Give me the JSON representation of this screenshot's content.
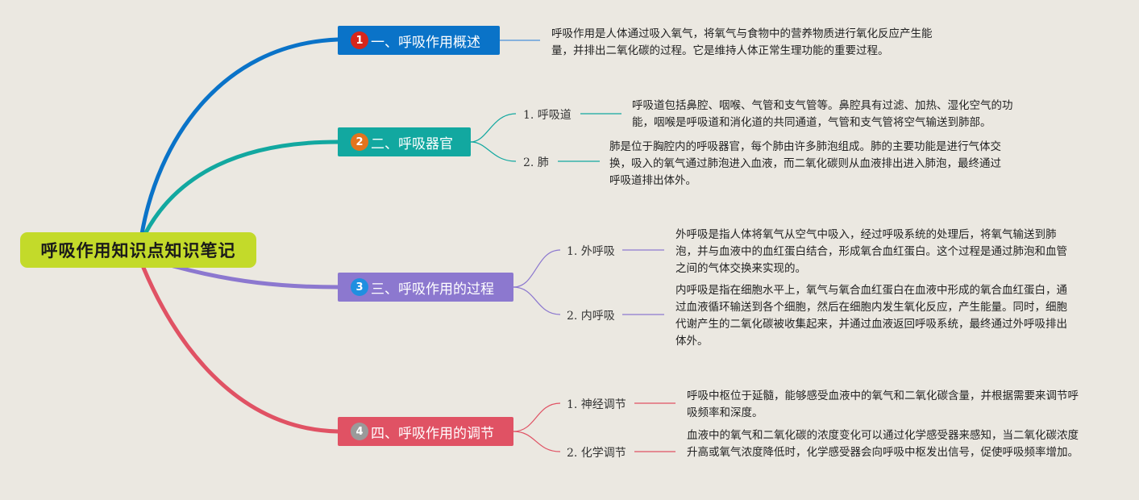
{
  "root": {
    "label": "呼吸作用知识点知识笔记",
    "color": "#c3da2a"
  },
  "branches": [
    {
      "number": "1",
      "label": "一、呼吸作用概述",
      "color": "#0a73c8",
      "badge_color": "#d7261c",
      "description": "呼吸作用是人体通过吸入氧气，将氧气与食物中的营养物质进行氧化反应产生能量，并排出二氧化碳的过程。它是维持人体正常生理功能的重要过程。",
      "children": []
    },
    {
      "number": "2",
      "label": "二、呼吸器官",
      "color": "#12a8a0",
      "badge_color": "#e2741e",
      "children": [
        {
          "label": "1. 呼吸道",
          "description": "呼吸道包括鼻腔、咽喉、气管和支气管等。鼻腔具有过滤、加热、湿化空气的功能，咽喉是呼吸道和消化道的共同通道，气管和支气管将空气输送到肺部。"
        },
        {
          "label": "2. 肺",
          "description": "肺是位于胸腔内的呼吸器官，每个肺由许多肺泡组成。肺的主要功能是进行气体交换，吸入的氧气通过肺泡进入血液，而二氧化碳则从血液排出进入肺泡，最终通过呼吸道排出体外。"
        }
      ]
    },
    {
      "number": "3",
      "label": "三、呼吸作用的过程",
      "color": "#8c78cf",
      "badge_color": "#1f8fe0",
      "children": [
        {
          "label": "1. 外呼吸",
          "description": "外呼吸是指人体将氧气从空气中吸入，经过呼吸系统的处理后，将氧气输送到肺泡，并与血液中的血红蛋白结合，形成氧合血红蛋白。这个过程是通过肺泡和血管之间的气体交换来实现的。"
        },
        {
          "label": "2. 内呼吸",
          "description": "内呼吸是指在细胞水平上，氧气与氧合血红蛋白在血液中形成的氧合血红蛋白，通过血液循环输送到各个细胞，然后在细胞内发生氧化反应，产生能量。同时，细胞代谢产生的二氧化碳被收集起来，并通过血液返回呼吸系统，最终通过外呼吸排出体外。"
        }
      ]
    },
    {
      "number": "4",
      "label": "四、呼吸作用的调节",
      "color": "#e05264",
      "badge_color": "#9a9a9a",
      "children": [
        {
          "label": "1. 神经调节",
          "description": "呼吸中枢位于延髓，能够感受血液中的氧气和二氧化碳含量，并根据需要来调节呼吸频率和深度。"
        },
        {
          "label": "2. 化学调节",
          "description": "血液中的氧气和二氧化碳的浓度变化可以通过化学感受器来感知，当二氧化碳浓度升高或氧气浓度降低时，化学感受器会向呼吸中枢发出信号，促使呼吸频率增加。"
        }
      ]
    }
  ]
}
